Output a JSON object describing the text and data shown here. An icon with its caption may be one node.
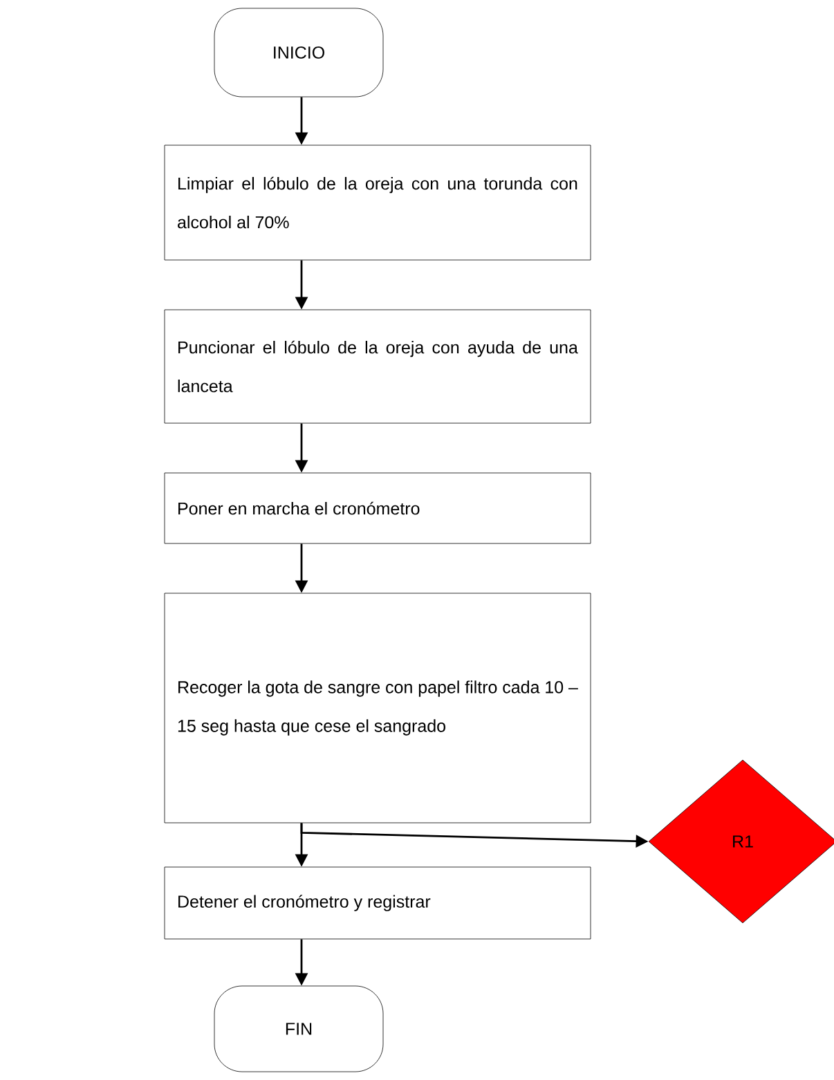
{
  "diagram": {
    "nodes": [
      {
        "text": [
          "INICIO"
        ]
      },
      {
        "text": [
          "Limpiar el lóbulo de la oreja con una torunda con alcohol al 70%"
        ]
      },
      {
        "text": [
          "Puncionar el lóbulo de la oreja con ayuda de una lanceta"
        ]
      },
      {
        "text": [
          "Poner en marcha el cronómetro"
        ]
      },
      {
        "text": [
          "Recoger la gota de sangre con papel filtro cada 10 – 15 seg hasta que cese el sangrado"
        ]
      },
      {
        "text": [
          "R1"
        ]
      },
      {
        "text": [
          "Detener el cronómetro y registrar"
        ]
      },
      {
        "text": [
          "FIN"
        ]
      }
    ],
    "edges": [
      {
        "from": 0,
        "to": 1,
        "arrow": "to"
      },
      {
        "from": 1,
        "to": 2,
        "arrow": "to"
      },
      {
        "from": 2,
        "to": 3,
        "arrow": "to"
      },
      {
        "from": 3,
        "to": 4,
        "arrow": "to"
      },
      {
        "from": 4,
        "to": 6,
        "arrow": "to"
      },
      {
        "from": 4,
        "to": 5,
        "arrow": "to"
      },
      {
        "from": 6,
        "to": 7,
        "arrow": "to"
      }
    ]
  }
}
